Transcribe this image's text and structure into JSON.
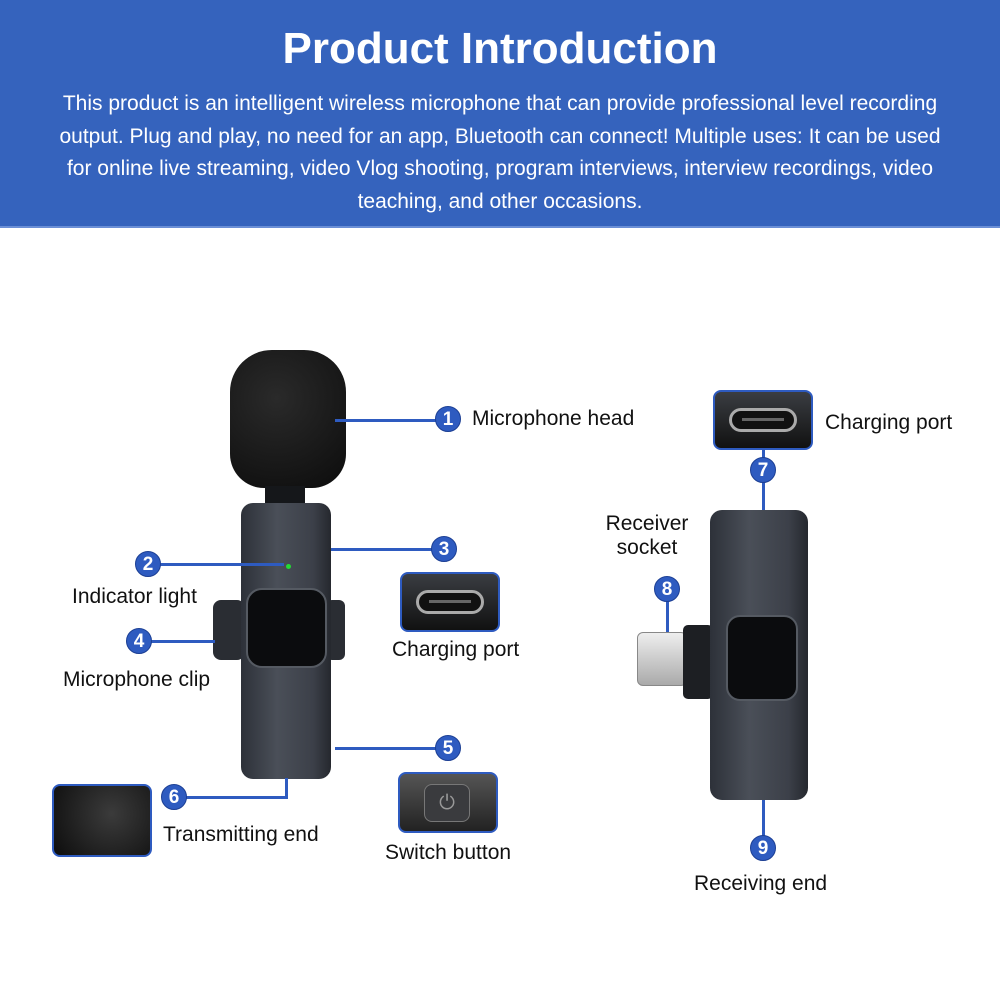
{
  "header": {
    "title": "Product Introduction",
    "description": "This product is an intelligent wireless microphone that can provide professional level recording output. Plug and play, no need for an app, Bluetooth can connect! Multiple uses: It can be used for online live streaming, video Vlog shooting, program interviews, interview recordings, video teaching, and other occasions."
  },
  "callouts": [
    {
      "num": "1",
      "label": "Microphone head"
    },
    {
      "num": "2",
      "label": "Indicator light"
    },
    {
      "num": "3",
      "label": "Charging port"
    },
    {
      "num": "4",
      "label": "Microphone clip"
    },
    {
      "num": "5",
      "label": "Switch button"
    },
    {
      "num": "6",
      "label": "Transmitting end"
    },
    {
      "num": "7",
      "label": "Charging port"
    },
    {
      "num": "8",
      "label": "Receiver socket"
    },
    {
      "num": "9",
      "label": "Receiving end"
    }
  ],
  "colors": {
    "accent": "#3563bd",
    "callout": "#2e5bc0",
    "indicator": "#22dd33"
  }
}
